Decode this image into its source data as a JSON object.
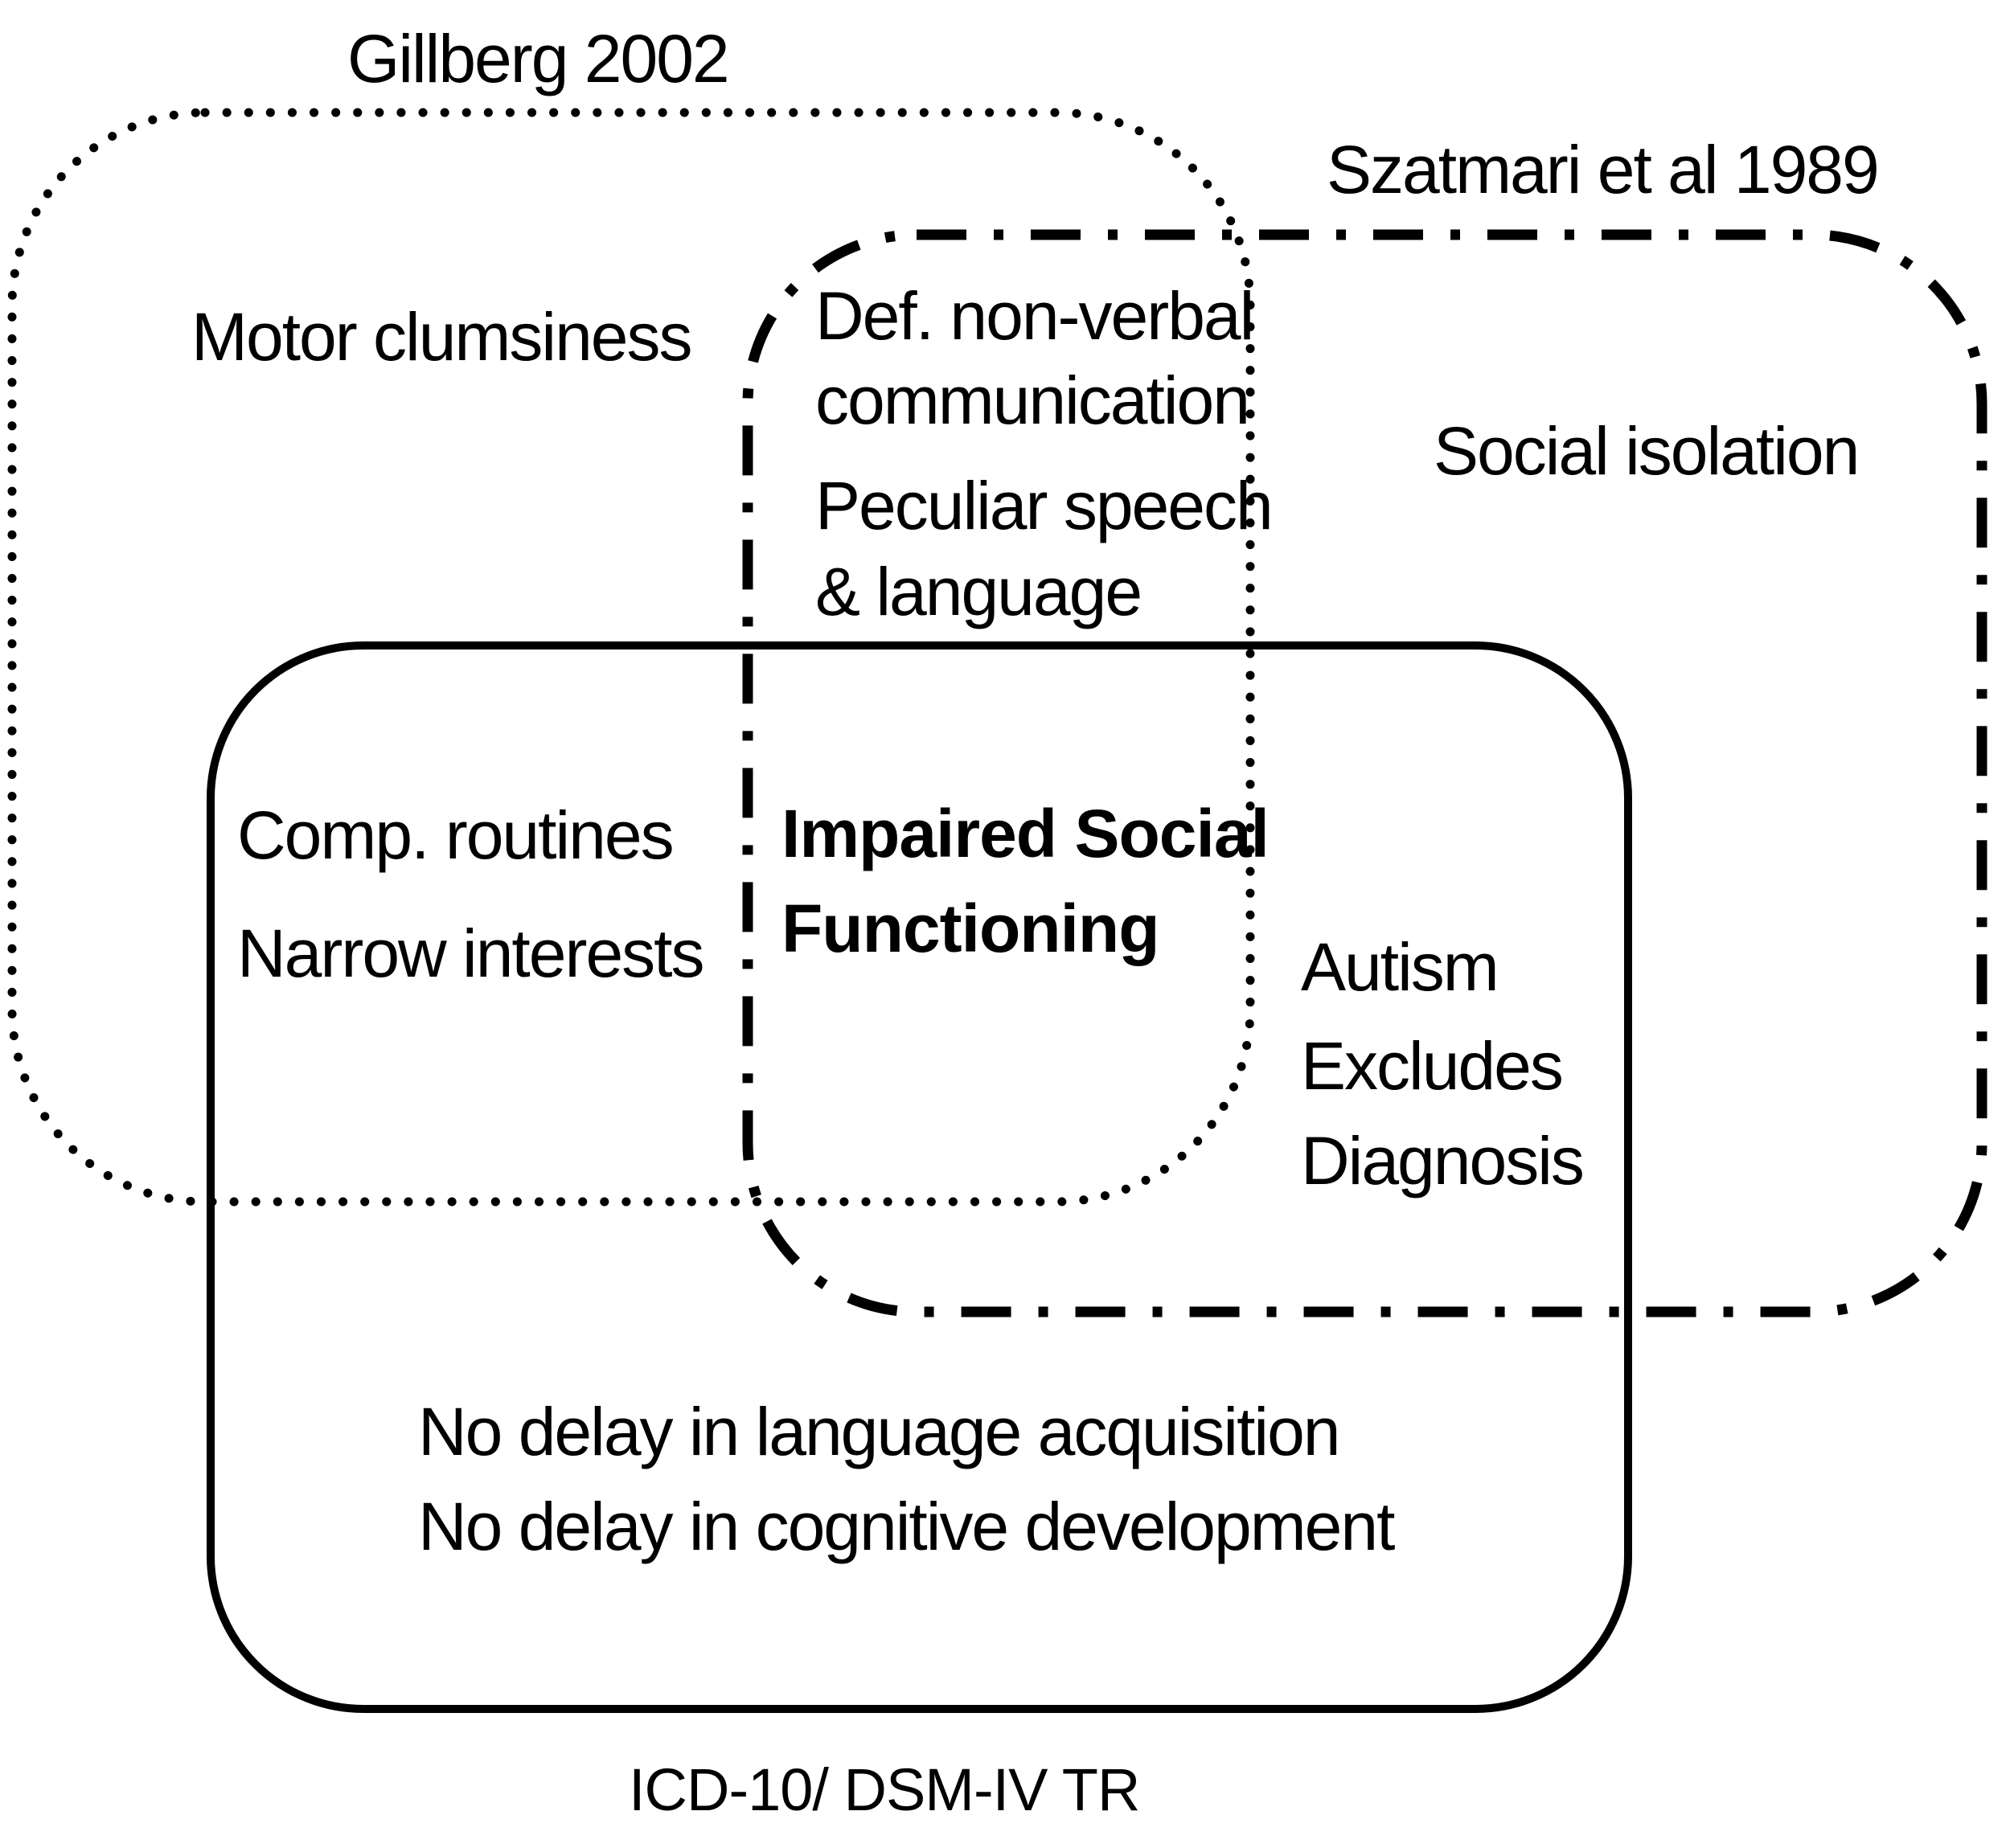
{
  "sets": {
    "gillberg": {
      "title": "Gillberg 2002",
      "line_style": "dotted"
    },
    "szatmari": {
      "title": "Szatmari et al 1989",
      "line_style": "dash-dot"
    },
    "icd_dsm": {
      "title": "ICD-10/ DSM-IV TR",
      "line_style": "solid"
    }
  },
  "regions": {
    "gillberg_only": {
      "item_1": "Motor clumsiness"
    },
    "gillberg_szatmari": {
      "item_1_line_1": "Def. non-verbal",
      "item_1_line_2": "communication",
      "item_2_line_1": "Peculiar speech",
      "item_2_line_2": "& language"
    },
    "szatmari_only": {
      "item_1": "Social isolation"
    },
    "gillberg_icd": {
      "item_1": "Comp. routines",
      "item_2": "Narrow interests"
    },
    "all_three": {
      "line_1": "Impaired Social",
      "line_2": "Functioning"
    },
    "szatmari_icd": {
      "line_1": "Autism",
      "line_2": "Excludes",
      "line_3": "Diagnosis"
    },
    "icd_only": {
      "item_1": "No delay in language acquisition",
      "item_2": "No delay in cognitive development"
    }
  },
  "colors": {
    "background": "#ffffff",
    "ink": "#000000"
  }
}
